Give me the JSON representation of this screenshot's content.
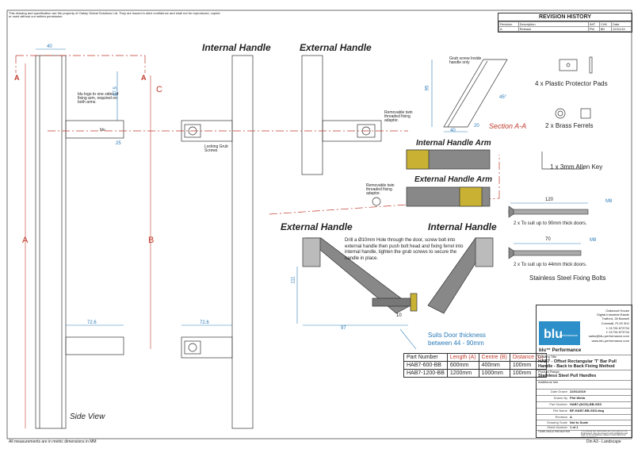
{
  "note_top_line1": "This drawing and specification are the property of Oakey Global Solutions Ltd. They are issued in strict confidence and shall not be reproduced, copied or used without our written permission.",
  "footer_left": "All measurements are in metric dimensions in MM",
  "footer_right": "Din A3 - Landscape",
  "revision_history": {
    "title": "REVISION HISTORY",
    "headers": [
      "Revision",
      "Description",
      "INIT",
      "CHK",
      "Date"
    ],
    "rows": [
      [
        "A",
        "Release",
        "PW",
        "BD",
        "22/01/19"
      ]
    ]
  },
  "views": {
    "side_view": "Side View",
    "internal_handle": "Internal Handle",
    "external_handle": "External Handle",
    "section": "Section A-A",
    "internal_arm": "Internal Handle Arm",
    "external_arm": "External Handle Arm",
    "external_handle2": "External Handle",
    "internal_handle2": "Internal Handle"
  },
  "labels": {
    "A": "A",
    "B": "B",
    "C": "C",
    "A_left": "A",
    "A_right": "A",
    "blu_logo_note": "blu logo to one sides of fixing arm, required on both arms.",
    "blu_text": "blu",
    "locking_grub": "Locking Grub Screws",
    "removable_adaptor": "Removable twin threaded fixing adaptor.",
    "removable_adaptor2": "Removable twin threaded fixing adaptor.",
    "grub_screw": "Grub screw Inside handle only",
    "drill_note": "Drill a Ø10mm Hole through the door, screw bolt into external handle then push bolt head and fixing ferrel into internal handle, tighten the grub screws to secure the handle in place.",
    "suits_door": "Suits Door thickness between 44 - 90mm"
  },
  "dims": {
    "d40": "40",
    "d87_5": "87.5",
    "d25": "25",
    "d72_6a": "72.6",
    "d72_6b": "72.6",
    "d95": "95",
    "d40b": "40",
    "d20": "20",
    "d45": "45°",
    "d111": "111",
    "d97": "97",
    "d10": "10",
    "d120": "120",
    "dM8a": "M8",
    "d70": "70",
    "dM8b": "M8"
  },
  "accessories": {
    "pads": "4 x Plastic Protector Pads",
    "ferrels": "2 x Brass Ferrels",
    "allen": "1 x 3mm Allen Key",
    "bolt_90": "2 x To suit up to 90mm thick doors.",
    "bolt_44": "2 x To suit up to 44mm thick doors.",
    "bolts_title": "Stainless Steel Fixing Bolts"
  },
  "part_table": {
    "headers": [
      "Part Number",
      "Length (A)",
      "Centre (B)",
      "Distance (C)"
    ],
    "rows": [
      [
        "HAB7-600-BB",
        "600mm",
        "400mm",
        "100mm"
      ],
      [
        "HAB7-1200-BB",
        "1200mm",
        "1000mm",
        "100mm"
      ]
    ]
  },
  "title_block": {
    "logo": "blu",
    "logo_sub": "Performance",
    "company_lines": [
      "Oakwood House",
      "Digital Industrial Estate",
      "Trafford, 28 Barwell",
      "Cornwall, PL25 3HJ"
    ],
    "contact_lines": [
      "t: 01726 873734",
      "f: 01726 873734",
      "sales@blu-performance.com",
      "www.blu-performance.com"
    ],
    "brand": "blu™ Performance",
    "drawing_title_label": "Drawing Title",
    "drawing_title": "HAB7 - Offset Rectangular 'T' Bar Pull Handle - Back to Back Fixing Method",
    "product_range_label": "Product Range",
    "product_range": "Stainless Steel Pull Handles",
    "additional_label": "Additional Info",
    "fields": [
      {
        "label": "Date Drawn",
        "value": "22/01/2019"
      },
      {
        "label": "Drawn By",
        "value": "Phil Webb"
      },
      {
        "label": "Part Number",
        "value": "HAB7-(NCD)-BB-SSS"
      },
      {
        "label": "File Name",
        "value": "BF-HAB7-BB-SSS.dwg"
      },
      {
        "label": "Revision",
        "value": "A"
      },
      {
        "label": "Drawing Scale",
        "value": "Not to Scale"
      },
      {
        "label": "Sheet Number",
        "value": "1 of 1"
      }
    ],
    "projection": "THIRD ANGLE PROJECTION",
    "copyright": "This drawing and specification are the property of blu Performance; they are issued in strict confidence and shall not be reproduced, copied or used without our written permission."
  },
  "colors": {
    "dim_blue": "#2a7ab8",
    "section_red": "#c0392b",
    "brand_blue": "#2c8fc9",
    "brass": "#c9b233"
  }
}
